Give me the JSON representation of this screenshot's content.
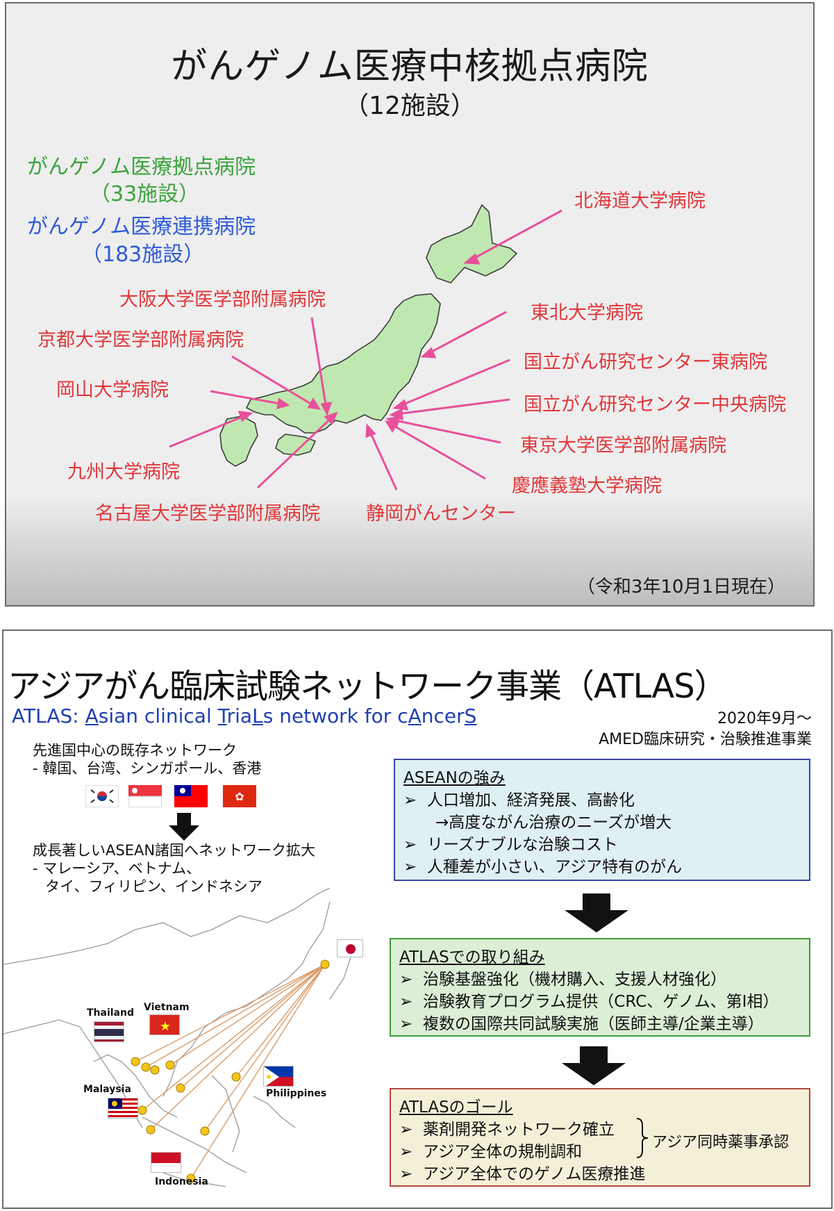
{
  "slide1": {
    "title": "がんゲノム医療中核拠点病院",
    "subtitle": "（12施設）",
    "legend": {
      "core_label": "がんゲノム医療拠点病院",
      "core_count": "（33施設）",
      "partner_label": "がんゲノム医療連携病院",
      "partner_count": "（183施設）"
    },
    "hospitals": [
      "北海道大学病院",
      "東北大学病院",
      "国立がん研究センター東病院",
      "国立がん研究センター中央病院",
      "東京大学医学部附属病院",
      "慶應義塾大学病院",
      "静岡がんセンター",
      "名古屋大学医学部附属病院",
      "九州大学病院",
      "岡山大学病院",
      "京都大学医学部附属病院",
      "大阪大学医学部附属病院"
    ],
    "note": "（令和3年10月1日現在）",
    "colors": {
      "green": "#3ca33c",
      "blue": "#2f5bd8",
      "red": "#e0373a",
      "arrow": "#e8509a",
      "land": "#bfe8b0"
    }
  },
  "slide2": {
    "title": "アジアがん臨床試験ネットワーク事業（ATLAS）",
    "subtitle_parts": [
      "ATLAS: ",
      "A",
      "sian clinical ",
      "T",
      "ria",
      "L",
      "s network for c",
      "A",
      "ncer",
      "S"
    ],
    "date_line1": "2020年9月～",
    "date_line2": "AMED臨床研究・治験推進事業",
    "existing_title": "先進国中心の既存ネットワーク",
    "existing_list": "- 韓国、台湾、シンガポール、香港",
    "expand_title": "成長著しいASEAN諸国へネットワーク拡大",
    "expand_list1": "- マレーシア、ベトナム、",
    "expand_list2": "タイ、フィリピン、インドネシア",
    "countries": {
      "thailand": "Thailand",
      "vietnam": "Vietnam",
      "malaysia": "Malaysia",
      "philippines": "Philippines",
      "indonesia": "Indonesia"
    },
    "box1": {
      "title": "ASEANの強み",
      "items": [
        "人口増加、経済発展、高齢化",
        "→高度ながん治療のニーズが増大",
        "リーズナブルな治験コスト",
        "人種差が小さい、アジア特有のがん"
      ]
    },
    "box2": {
      "title": "ATLASでの取り組み",
      "items": [
        "治験基盤強化（機材購入、支援人材強化）",
        "治験教育プログラム提供（CRC、ゲノム、第I相）",
        "複数の国際共同試験実施（医師主導/企業主導）"
      ]
    },
    "box3": {
      "title": "ATLASのゴール",
      "items": [
        "薬剤開発ネットワーク確立",
        "アジア全体の規制調和",
        "アジア全体でのゲノム医療推進"
      ],
      "bracket_note": "アジア同時薬事承認"
    },
    "bullet": "➢",
    "colors": {
      "box1_bg": "#dff0f4",
      "box1_border": "#3545a8",
      "box2_bg": "#dcefd6",
      "box2_border": "#3c9a3c",
      "box3_bg": "#f4f0d8",
      "box3_border": "#b4473d",
      "subtitle": "#1f3fb0"
    }
  }
}
